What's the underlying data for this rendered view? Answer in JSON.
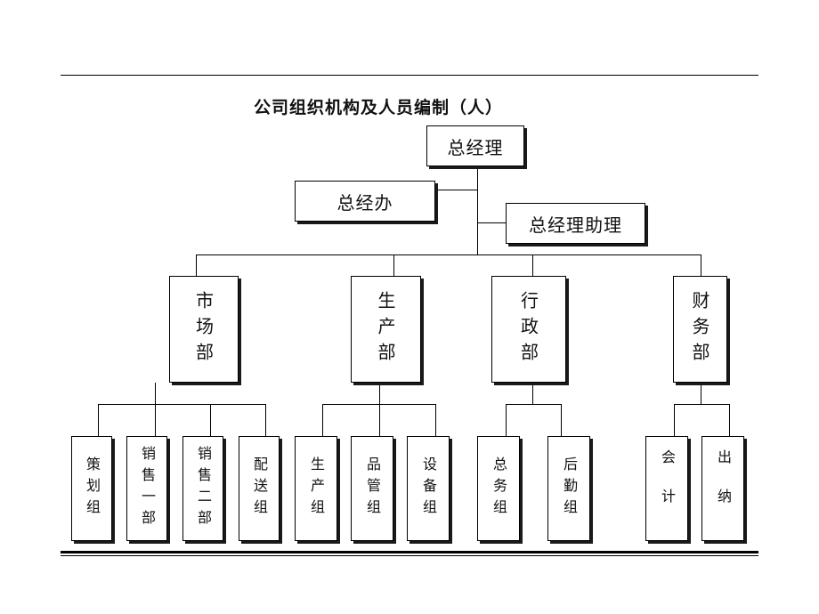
{
  "title": "公司组织机构及人员编制（人）",
  "top": {
    "general_manager": "总经理",
    "general_office": "总经办",
    "assistant": "总经理助理"
  },
  "departments": [
    {
      "label": "市场部",
      "groups": [
        "策划组",
        "销售一部",
        "销售二部",
        "配送组"
      ]
    },
    {
      "label": "生产部",
      "groups": [
        "生产组",
        "品管组",
        "设备组"
      ]
    },
    {
      "label": "行政部",
      "groups": [
        "总务组",
        "后勤组"
      ]
    },
    {
      "label": "财务部",
      "groups": [
        "会计",
        "出纳"
      ]
    }
  ]
}
